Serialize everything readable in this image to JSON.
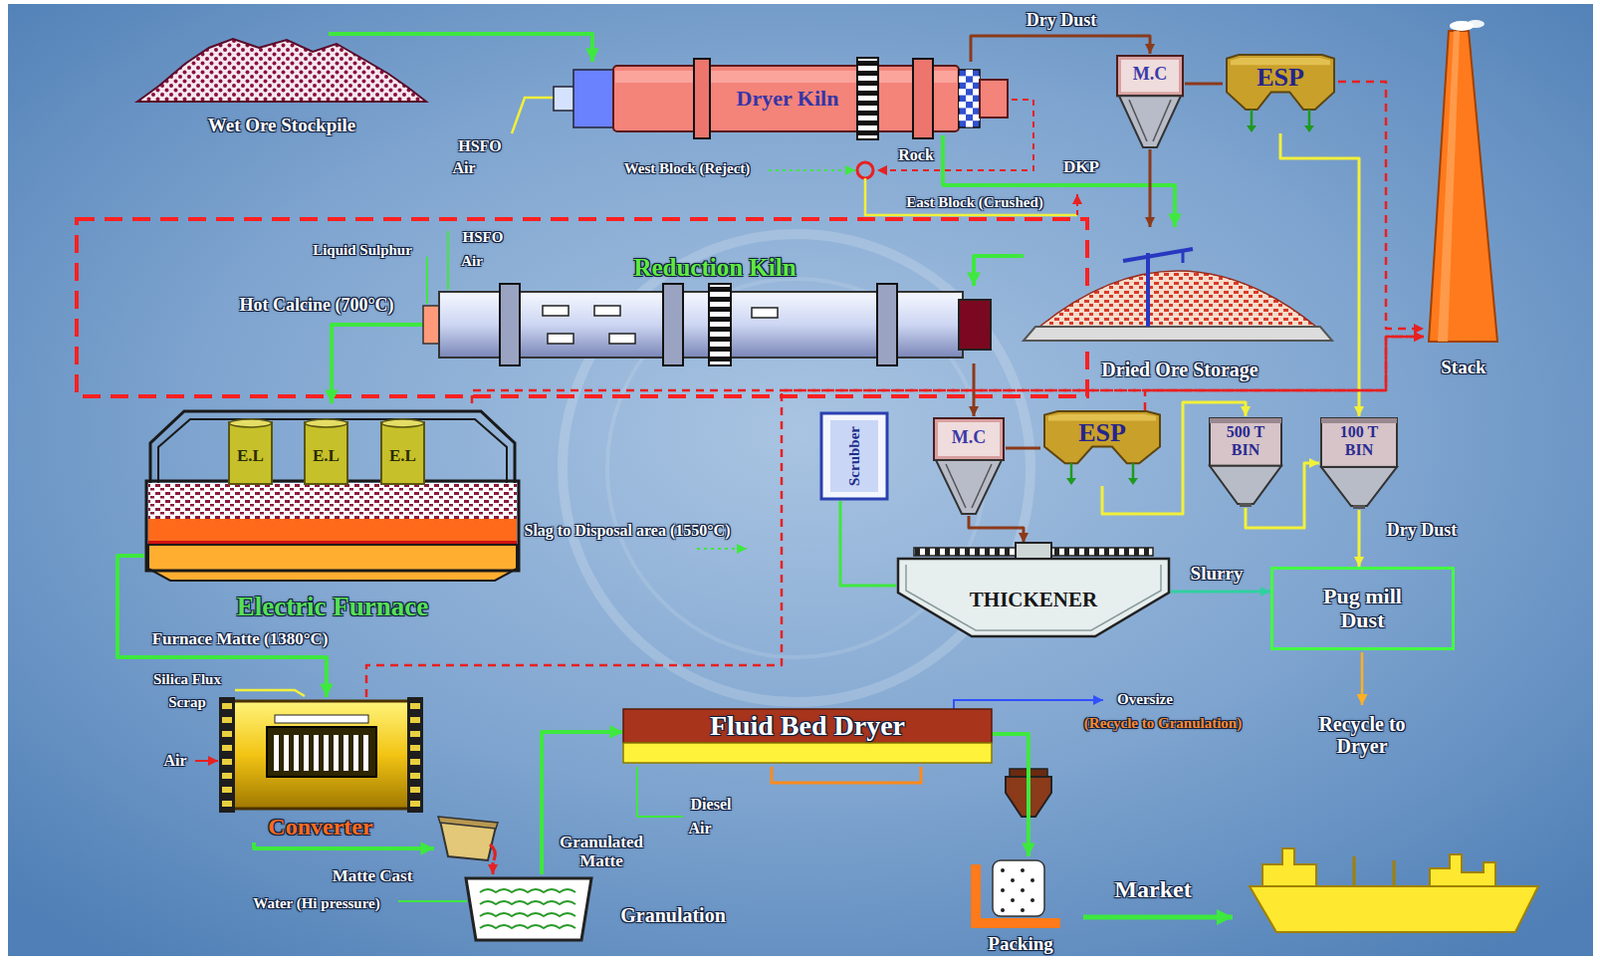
{
  "diagram": {
    "nodes": [
      {
        "text": [
          "Wet Ore Stockpile"
        ]
      },
      {
        "text": [
          "Dryer Kiln"
        ]
      },
      {
        "text": [
          "M.C"
        ]
      },
      {
        "text": [
          "ESP"
        ]
      },
      {
        "text": [
          "Stack"
        ]
      },
      {
        "text": [
          "Dried Ore Storage"
        ]
      },
      {
        "text": [
          "Reduction Kiln"
        ]
      },
      {
        "text": [
          "Electric Furnace"
        ]
      },
      {
        "text": [
          "E.L"
        ],
        "in": 7
      },
      {
        "text": [
          "E.L"
        ],
        "in": 7
      },
      {
        "text": [
          "E.L"
        ],
        "in": 7
      },
      {
        "text": [
          "Scrubber"
        ]
      },
      {
        "text": [
          "M.C"
        ]
      },
      {
        "text": [
          "ESP"
        ]
      },
      {
        "text": [
          "500 T BIN"
        ]
      },
      {
        "text": [
          "100 T BIN"
        ]
      },
      {
        "text": [
          "THICKENER"
        ]
      },
      {
        "text": [
          "Pug mill Dust"
        ]
      },
      {
        "text": [
          "Converter"
        ]
      },
      {
        "text": [
          "Matte Cast"
        ]
      },
      {
        "text": [
          "Granulation"
        ]
      },
      {
        "text": [
          "Fluid Bed Dryer"
        ]
      },
      {
        "text": [
          "Packing"
        ]
      }
    ],
    "edges": [
      {
        "from": 0,
        "to": 1,
        "arrow": "to"
      },
      {
        "from": 1,
        "to": 2,
        "label": "Dry Dust",
        "arrow": "to"
      },
      {
        "from": 2,
        "to": 3,
        "arrow": "none"
      },
      {
        "from": 1,
        "to": 5,
        "label": "DKP",
        "arrow": "to"
      },
      {
        "from": 2,
        "to": 5,
        "arrow": "to"
      },
      {
        "from": 3,
        "to": 4,
        "arrow": "to"
      },
      {
        "from": 3,
        "to": 15,
        "arrow": "to"
      },
      {
        "from": 5,
        "to": 6,
        "arrow": "to"
      },
      {
        "from": 6,
        "to": 7,
        "label": "Hot Calcine (700°C)",
        "arrow": "to"
      },
      {
        "from": 6,
        "to": 12,
        "arrow": "to"
      },
      {
        "from": 12,
        "to": 13,
        "arrow": "none"
      },
      {
        "from": 13,
        "to": 4,
        "arrow": "to"
      },
      {
        "from": 13,
        "to": 14,
        "arrow": "to"
      },
      {
        "from": 14,
        "to": 15,
        "arrow": "to"
      },
      {
        "from": 15,
        "to": 17,
        "label": "Dry Dust",
        "arrow": "to"
      },
      {
        "from": 16,
        "to": 17,
        "label": "Slurry",
        "arrow": "to"
      },
      {
        "from": 12,
        "to": 16,
        "arrow": "to"
      },
      {
        "from": 11,
        "to": 16,
        "arrow": "none"
      },
      {
        "from": 7,
        "to": 18,
        "label": "Furnace Matte (1380°C)",
        "arrow": "to"
      },
      {
        "from": 18,
        "to": 19,
        "arrow": "to"
      },
      {
        "from": 19,
        "to": 20,
        "arrow": "to"
      },
      {
        "from": 20,
        "to": 21,
        "label": "Granulated Matte",
        "arrow": "to"
      },
      {
        "from": 21,
        "to": 22,
        "arrow": "to"
      },
      {
        "from": 7,
        "to": 4,
        "arrow": "to"
      },
      {
        "from": 18,
        "to": 4,
        "arrow": "to"
      }
    ],
    "labels": [
      "HSFO",
      "Air",
      "West Block (Reject)",
      "Rock",
      "East Block (Crushed)",
      "Liquid Sulphur",
      "HSFO",
      "Air",
      "Slag to Disposal area (1550°C)",
      "Silica Flux",
      "Scrap",
      "Air",
      "Water (Hi pressure)",
      "Diesel",
      "Air",
      "Oversize",
      "(Recycle to Granulation)",
      "Recycle to Dryer",
      "Market"
    ]
  }
}
